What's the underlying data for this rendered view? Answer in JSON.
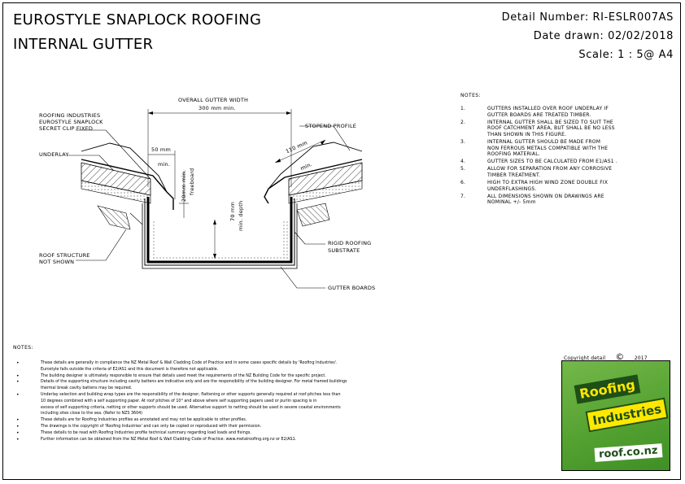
{
  "title": {
    "line1": "EUROSTYLE SNAPLOCK ROOFING",
    "line2": "INTERNAL GUTTER"
  },
  "header": {
    "detail_number": "Detail Number:  RI-ESLR007AS",
    "date_drawn": "Date drawn:  02/02/2018",
    "scale": "Scale:   1 : 5@ A4"
  },
  "diagram_labels": {
    "roofing_industries": "ROOFING INDUSTRIES",
    "eurostyle_snaplock": "EUROSTYLE SNAPLOCK",
    "secret_clip_fixed": "SECRET CLIP FIXED",
    "underlay": "UNDERLAY",
    "overall_gutter_width": "OVERALL GUTTER WIDTH",
    "width_300": "300 mm min.",
    "stopend_profile": "STOPEND PROFILE",
    "dim_50": "50 mm",
    "min": "min.",
    "freeboard_20": "20mm min.",
    "freeboard": "freeboard",
    "depth_70": "70 mm",
    "min_depth": "min. depth",
    "dim_110": "110 mm",
    "min_110": "min.",
    "roof_structure": "ROOF STRUCTURE",
    "not_shown": "NOT SHOWN",
    "rigid_roofing": "RIGID ROOFING",
    "substrate": "SUBSTRATE",
    "gutter_boards": "GUTTER BOARDS"
  },
  "right_notes": {
    "heading": "NOTES:",
    "items": [
      {
        "num": "1.",
        "lines": [
          "GUTTERS INSTALLED OVER ROOF UNDERLAY IF",
          "GUTTER BOARDS ARE TREATED TIMBER."
        ]
      },
      {
        "num": "2.",
        "lines": [
          "INTERNAL GUTTER SHALL BE SIZED TO SUIT THE",
          "ROOF CATCHMENT AREA, BUT SHALL BE NO LESS",
          "THAN SHOWN IN THIS FIGURE."
        ]
      },
      {
        "num": "3.",
        "lines": [
          "INTERNAL GUTTER SHOULD BE MADE FROM",
          "NON FERROUS METALS COMPATIBLE WITH THE",
          "ROOFING MATERIAL."
        ]
      },
      {
        "num": "4.",
        "lines": [
          "GUTTER SIZES TO BE CALCULATED FROM E1/AS1 ."
        ]
      },
      {
        "num": "5.",
        "lines": [
          "ALLOW FOR SEPARATION FROM ANY CORROSIVE",
          "TIMBER TREATMENT."
        ]
      },
      {
        "num": "6.",
        "lines": [
          "HIGH TO EXTRA HIGH WIND ZONE DOUBLE FIX",
          "UNDERFLASHINGS."
        ]
      },
      {
        "num": "7.",
        "lines": [
          "ALL DIMENSIONS SHOWN ON DRAWINGS ARE",
          "NOMINAL  +/- 5mm"
        ]
      }
    ]
  },
  "bottom_notes": {
    "heading": "NOTES:",
    "items": [
      {
        "bullet": "•",
        "lines": [
          "These details are generally in compliance the NZ Metal Roof & Wall Cladding Code of Practice and in some cases specific details by 'Roofing Industries'.",
          "Eurostyle falls outside the criteria of E2/AS1 and this document is therefore not applicable."
        ]
      },
      {
        "bullet": "•",
        "lines": [
          "The building designer is ultimately responsible to ensure that details used meet the requirements of the NZ Building Code for the specific project."
        ]
      },
      {
        "bullet": "•",
        "lines": [
          "Details of the supporting structure including cavity battens are indicative only and are the responsibility of the building designer.  For metal framed buildings",
          "thermal break cavity battens may be required."
        ]
      },
      {
        "bullet": "•",
        "lines": [
          "Underlay selection and building wrap types are the responsibility of the designer, flattening or other supports generally required at roof pitches less than",
          "10 degrees combined with a self supporting paper.  At roof pitches of 10° and above where self supporting papers used or purlin spacing is in",
          "excess of self supporting criteria, netting or other supports should be used. Alternative support to netting should be used in severe coastal environments",
          "including sites close to the sea.  (Refer to NZS 3604)"
        ]
      },
      {
        "bullet": "•",
        "lines": [
          "These details are for Roofing Industries profiles as annotated and may not be applicable to other profiles."
        ]
      },
      {
        "bullet": "•",
        "lines": [
          "The drawings is the copyright of 'Roofing Industries' and can only be copied or reproduced with their permission."
        ]
      },
      {
        "bullet": "•",
        "lines": [
          "These details to be read with Roofing Industries profile technical summary regarding load loads and fixings."
        ]
      },
      {
        "bullet": "•",
        "lines": [
          "Further information can be obtained from the NZ Metal Roof & Wall Cladding Code of Practice: www.metalroofing.org.nz or E2/AS1."
        ]
      }
    ]
  },
  "copyright": {
    "label": "Copyright detail",
    "symbol": "©",
    "year": "2017"
  },
  "logo": {
    "word1": "Roofing",
    "word2": "Industries",
    "url": "roof.co.nz",
    "colors": {
      "green": "#52a02f",
      "dark_green": "#1e4f18",
      "yellow": "#ffe800"
    }
  }
}
